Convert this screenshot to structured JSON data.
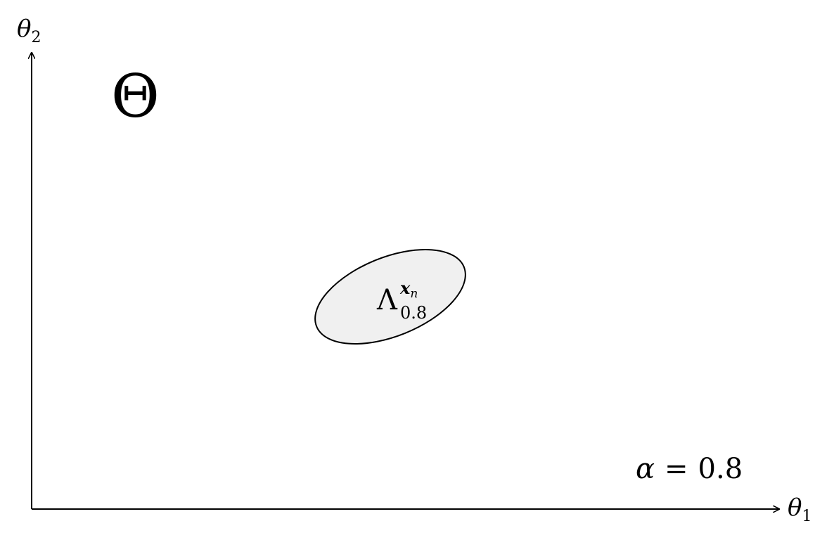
{
  "diagram": {
    "axes": {
      "y_label": {
        "symbol": "θ",
        "subscript": "2"
      },
      "x_label": {
        "symbol": "θ",
        "subscript": "1"
      }
    },
    "space_label": "Θ",
    "region": {
      "symbol": "Λ",
      "superscript_vector": "x",
      "superscript_sub": "n",
      "subscript": "0.8",
      "fill_color": "#f0f0f0",
      "stroke_color": "#000000"
    },
    "alpha_annotation": {
      "symbol": "α",
      "equals": "=",
      "value": "0.8"
    }
  }
}
